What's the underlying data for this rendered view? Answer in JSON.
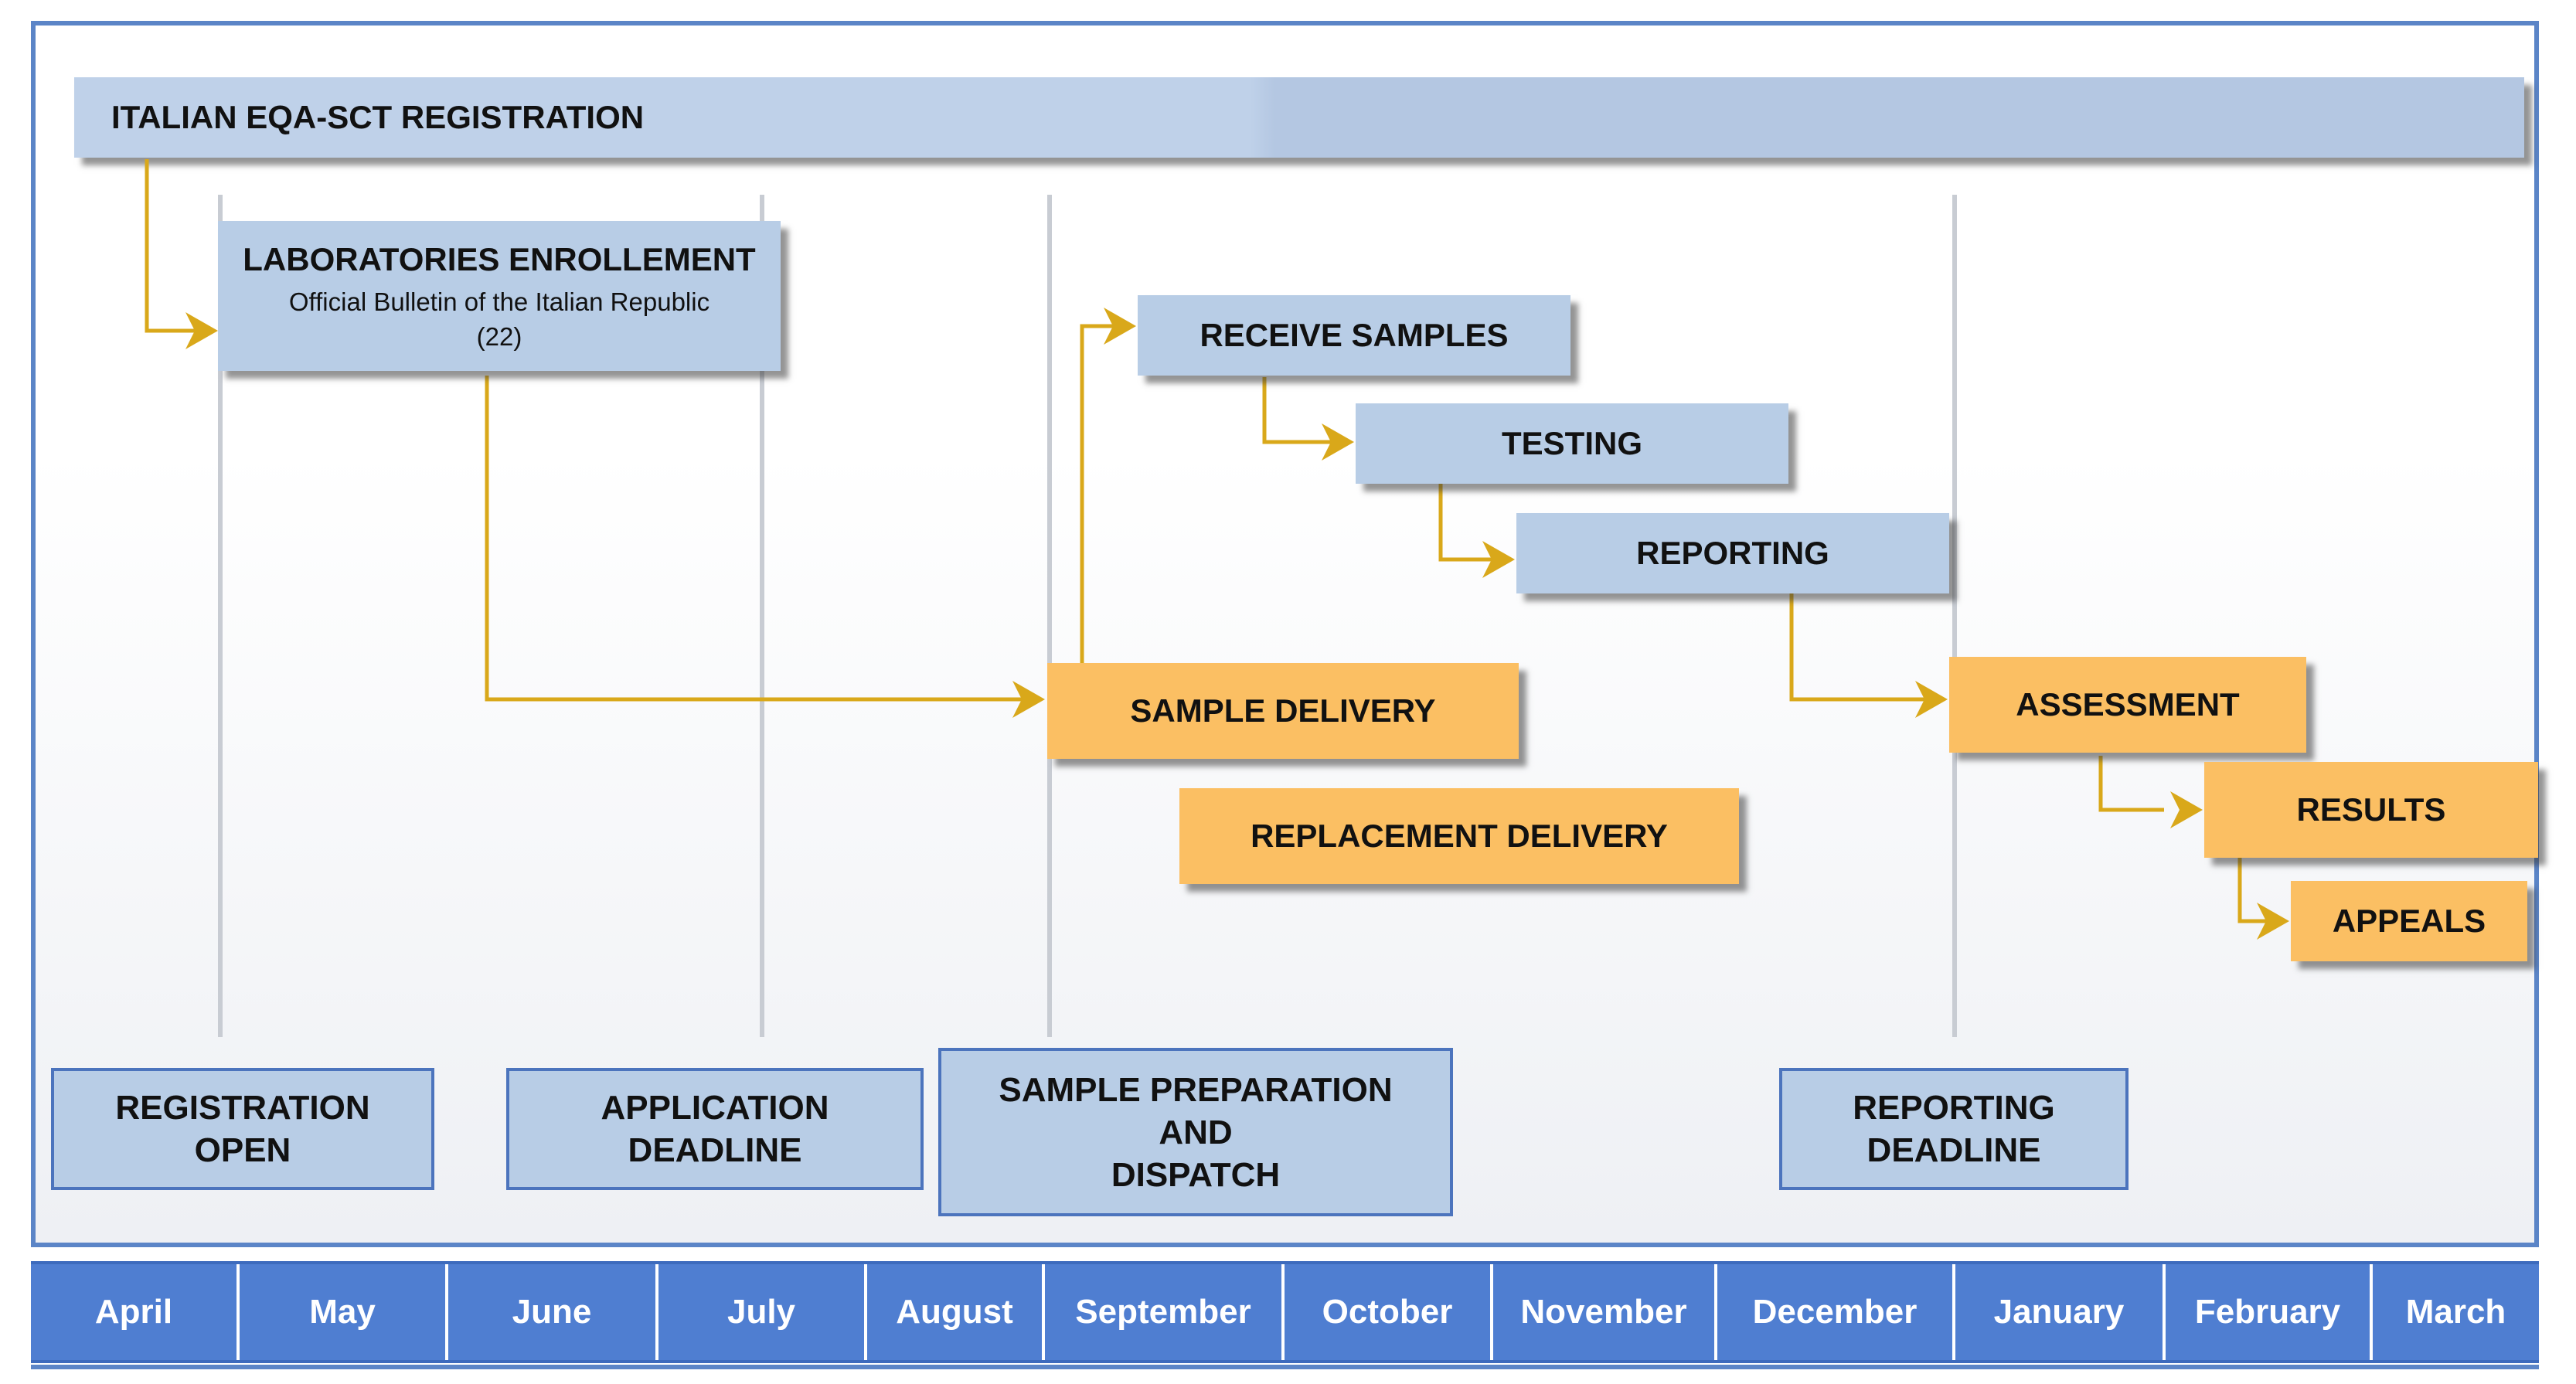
{
  "registration_bar": "ITALIAN EQA-SCT REGISTRATION",
  "enrollment": {
    "title": "LABORATORIES ENROLLEMENT",
    "subtitle": "Official Bulletin of the Italian Republic",
    "ref": "(22)"
  },
  "tasks": {
    "receive_samples": "RECEIVE SAMPLES",
    "testing": "TESTING",
    "reporting": "REPORTING",
    "sample_delivery": "SAMPLE DELIVERY",
    "replacement_delivery": "REPLACEMENT DELIVERY",
    "assessment": "ASSESSMENT",
    "results": "RESULTS",
    "appeals": "APPEALS"
  },
  "phases": {
    "registration_open": [
      "REGISTRATION",
      "OPEN"
    ],
    "application_deadline": [
      "APPLICATION",
      "DEADLINE"
    ],
    "sample_preparation": [
      "SAMPLE PREPARATION",
      "AND",
      "DISPATCH"
    ],
    "reporting_deadline": [
      "REPORTING",
      "DEADLINE"
    ]
  },
  "months": [
    "April",
    "May",
    "June",
    "July",
    "August",
    "September",
    "October",
    "November",
    "December",
    "January",
    "February",
    "March"
  ],
  "colors": {
    "frame": "#5b85c7",
    "blue_box": "#b8cde6",
    "orange_box": "#fbbf63",
    "arrow": "#d9a81a",
    "month_bar": "#4f7ed1"
  }
}
